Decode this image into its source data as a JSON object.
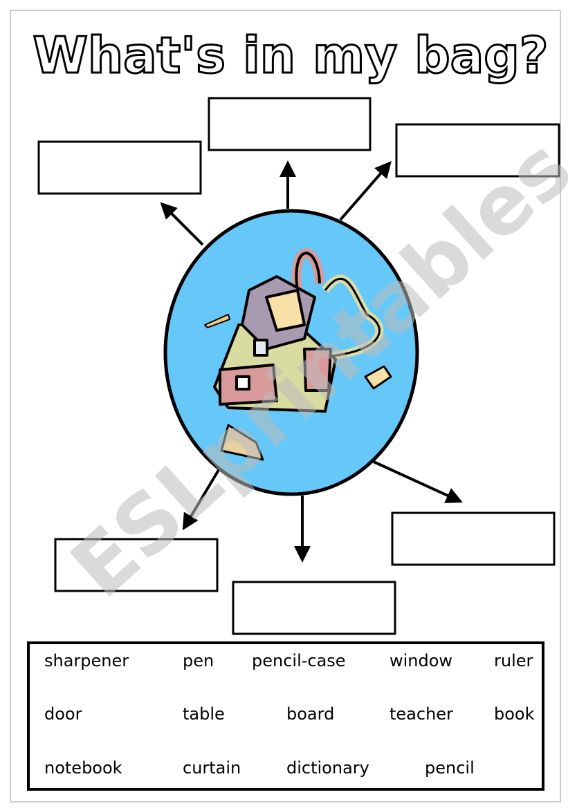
{
  "title": "What's in my bag?",
  "watermark": "ESLprintables.com",
  "colors": {
    "circle_fill": "#66c8f8",
    "outline": "#000000"
  },
  "answer_boxes": [
    "",
    "",
    "",
    "",
    "",
    ""
  ],
  "word_bank": {
    "rows": [
      [
        "sharpener",
        "pen",
        "pencil-case",
        "window",
        "ruler"
      ],
      [
        "door",
        "table",
        "board",
        "teacher",
        "book"
      ],
      [
        "notebook",
        "curtain",
        "dictionary",
        "pencil"
      ]
    ]
  }
}
